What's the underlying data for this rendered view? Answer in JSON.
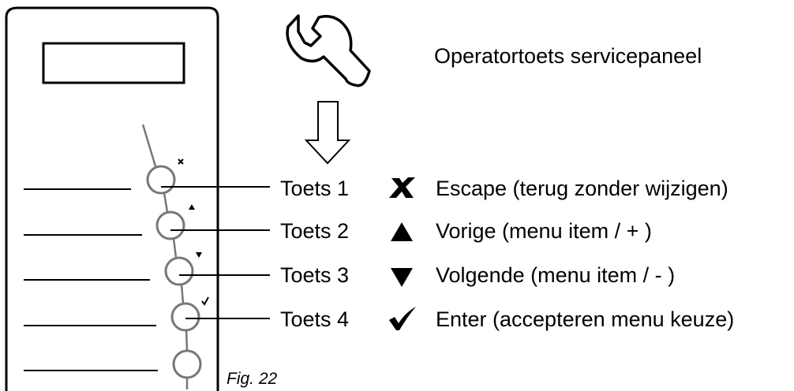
{
  "panel_title": "Operatortoets servicepaneel",
  "icons": {
    "service": "wrench-icon",
    "flow": "down-arrow-icon",
    "key1": "x-mark-icon",
    "key2": "triangle-up-icon",
    "key3": "triangle-down-icon",
    "key4": "checkmark-icon"
  },
  "keys": [
    {
      "label": "Toets 1",
      "description": "Escape (terug zonder wijzigen)"
    },
    {
      "label": "Toets 2",
      "description": "Vorige (menu item / + )"
    },
    {
      "label": "Toets 3",
      "description": "Volgende (menu item / - )"
    },
    {
      "label": "Toets 4",
      "description": "Enter (accepteren menu keuze)"
    }
  ],
  "caption": "Fig. 22"
}
